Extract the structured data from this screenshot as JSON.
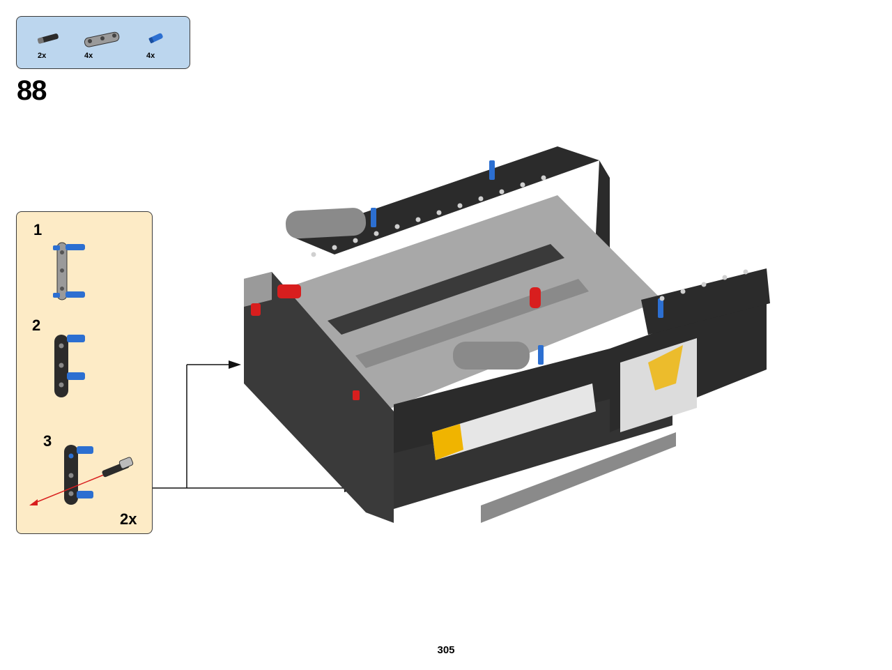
{
  "parts_list": [
    {
      "icon": "black-connector-pin-icon",
      "qty": "2x"
    },
    {
      "icon": "gray-beam-icon",
      "qty": "4x"
    },
    {
      "icon": "blue-axle-pin-icon",
      "qty": "4x"
    }
  ],
  "step": {
    "number": "88"
  },
  "substeps": [
    {
      "number": "1"
    },
    {
      "number": "2"
    },
    {
      "number": "3"
    }
  ],
  "substep_multiplier": "2x",
  "page": {
    "number": "305"
  },
  "colors": {
    "parts_box_bg": "#bcd6ee",
    "substep_box_bg": "#fdebc6",
    "beam_black": "#2b2b2b",
    "beam_gray": "#9a9a9a",
    "pin_blue": "#2c6fd1",
    "pin_red": "#d81e1e",
    "decal_yellow": "#f0b400"
  }
}
